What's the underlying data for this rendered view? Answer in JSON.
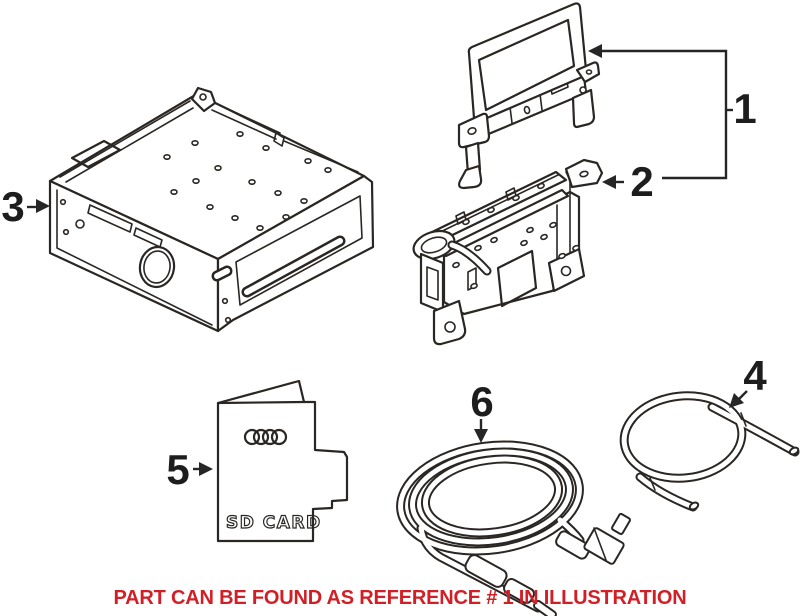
{
  "illustration": {
    "background": "#ffffff",
    "line_color": "#2a2623",
    "caption": {
      "text": "PART CAN BE FOUND AS REFERENCE # 1 IN ILLUSTRATION",
      "color": "#d21f26"
    },
    "callouts": [
      {
        "ref": "1",
        "part": "display-screen"
      },
      {
        "ref": "2",
        "part": "mounting-bracket"
      },
      {
        "ref": "3",
        "part": "receiver-head-unit"
      },
      {
        "ref": "4",
        "part": "looped-cable"
      },
      {
        "ref": "5",
        "part": "sd-card"
      },
      {
        "ref": "6",
        "part": "connector-cable"
      }
    ],
    "sd_card_label": "SD CARD",
    "sd_card_logo": "audi-rings-icon"
  }
}
